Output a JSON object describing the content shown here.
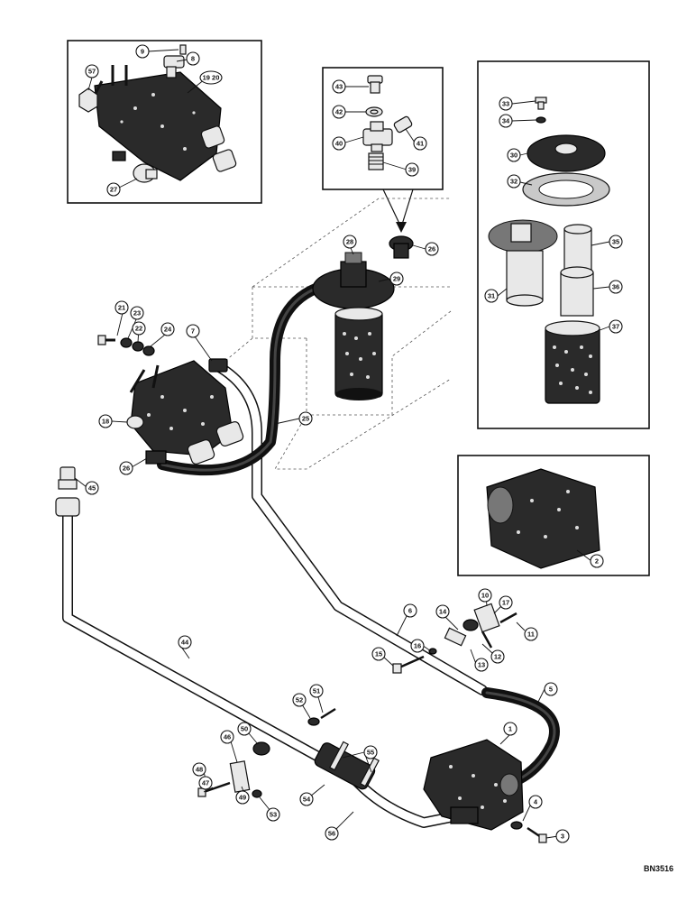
{
  "diagram_ref": "BN3516",
  "callouts": [
    {
      "id": "c9",
      "label": "9"
    },
    {
      "id": "c8",
      "label": "8"
    },
    {
      "id": "c57",
      "label": "57"
    },
    {
      "id": "c1920",
      "label": "19 20"
    },
    {
      "id": "c27",
      "label": "27"
    },
    {
      "id": "c43",
      "label": "43"
    },
    {
      "id": "c42",
      "label": "42"
    },
    {
      "id": "c40",
      "label": "40"
    },
    {
      "id": "c41",
      "label": "41"
    },
    {
      "id": "c39",
      "label": "39"
    },
    {
      "id": "c33",
      "label": "33"
    },
    {
      "id": "c34",
      "label": "34"
    },
    {
      "id": "c30",
      "label": "30"
    },
    {
      "id": "c32",
      "label": "32"
    },
    {
      "id": "c35",
      "label": "35"
    },
    {
      "id": "c31",
      "label": "31"
    },
    {
      "id": "c36",
      "label": "36"
    },
    {
      "id": "c37",
      "label": "37"
    },
    {
      "id": "c28",
      "label": "28"
    },
    {
      "id": "c26",
      "label": "26"
    },
    {
      "id": "c29",
      "label": "29"
    },
    {
      "id": "c21",
      "label": "21"
    },
    {
      "id": "c23",
      "label": "23"
    },
    {
      "id": "c22",
      "label": "22"
    },
    {
      "id": "c24",
      "label": "24"
    },
    {
      "id": "c7",
      "label": "7"
    },
    {
      "id": "c18",
      "label": "18"
    },
    {
      "id": "c25",
      "label": "25"
    },
    {
      "id": "c26b",
      "label": "26"
    },
    {
      "id": "c45",
      "label": "45"
    },
    {
      "id": "c2",
      "label": "2"
    },
    {
      "id": "c10",
      "label": "10"
    },
    {
      "id": "c17",
      "label": "17"
    },
    {
      "id": "c6",
      "label": "6"
    },
    {
      "id": "c14",
      "label": "14"
    },
    {
      "id": "c11",
      "label": "11"
    },
    {
      "id": "c16",
      "label": "16"
    },
    {
      "id": "c12",
      "label": "12"
    },
    {
      "id": "c15",
      "label": "15"
    },
    {
      "id": "c13",
      "label": "13"
    },
    {
      "id": "c44",
      "label": "44"
    },
    {
      "id": "c5",
      "label": "5"
    },
    {
      "id": "c52",
      "label": "52"
    },
    {
      "id": "c51",
      "label": "51"
    },
    {
      "id": "c1",
      "label": "1"
    },
    {
      "id": "c50",
      "label": "50"
    },
    {
      "id": "c55",
      "label": "55"
    },
    {
      "id": "c46",
      "label": "46"
    },
    {
      "id": "c48",
      "label": "48"
    },
    {
      "id": "c47",
      "label": "47"
    },
    {
      "id": "c49",
      "label": "49"
    },
    {
      "id": "c53",
      "label": "53"
    },
    {
      "id": "c54",
      "label": "54"
    },
    {
      "id": "c56",
      "label": "56"
    },
    {
      "id": "c4",
      "label": "4"
    },
    {
      "id": "c3",
      "label": "3"
    }
  ]
}
